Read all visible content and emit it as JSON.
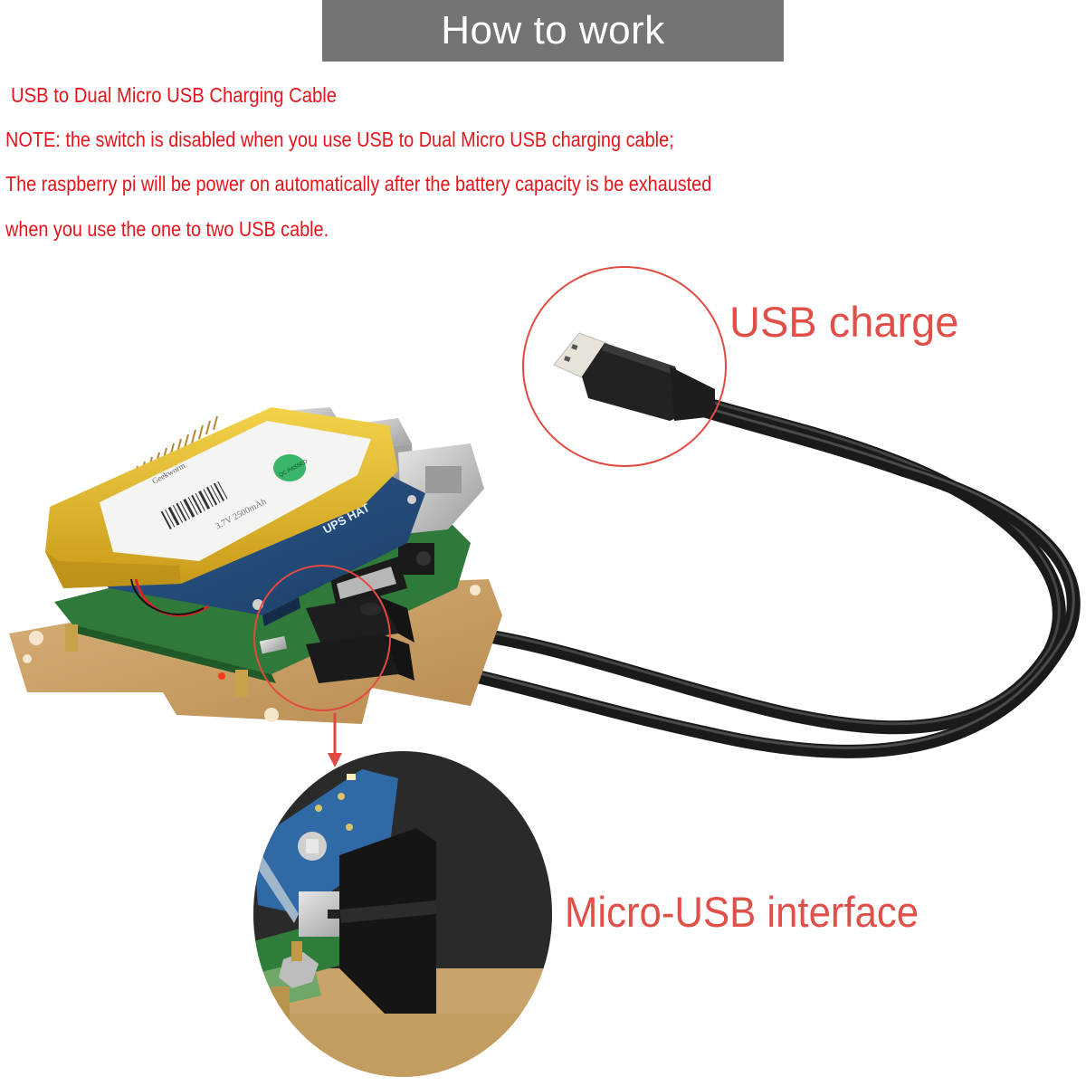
{
  "header": {
    "title": "How to work",
    "background_color": "#747474",
    "text_color": "#ffffff"
  },
  "notes": {
    "color": "#e8141b",
    "lines": [
      "USB to Dual Micro USB Charging Cable",
      "NOTE: the switch is disabled when you use USB to Dual Micro USB charging cable;",
      "The raspberry pi will be power on automatically after the battery capacity is be exhausted",
      "when you use the one to two USB cable."
    ]
  },
  "callouts": {
    "color": "#e05048",
    "usb_charge": "USB charge",
    "micro_usb_interface": "Micro-USB interface"
  },
  "product": {
    "battery_label": {
      "brand": "Geekworm",
      "spec": "3.7V 2500mAh",
      "qc_badge": "QC PASSED"
    },
    "hat_label": "UPS HAT"
  },
  "icons": {
    "usb_a_plug": "usb-a-plug-icon",
    "micro_usb_plug": "micro-usb-plug-icon",
    "callout_circle": "callout-circle",
    "arrow_down": "arrow-down-icon"
  }
}
